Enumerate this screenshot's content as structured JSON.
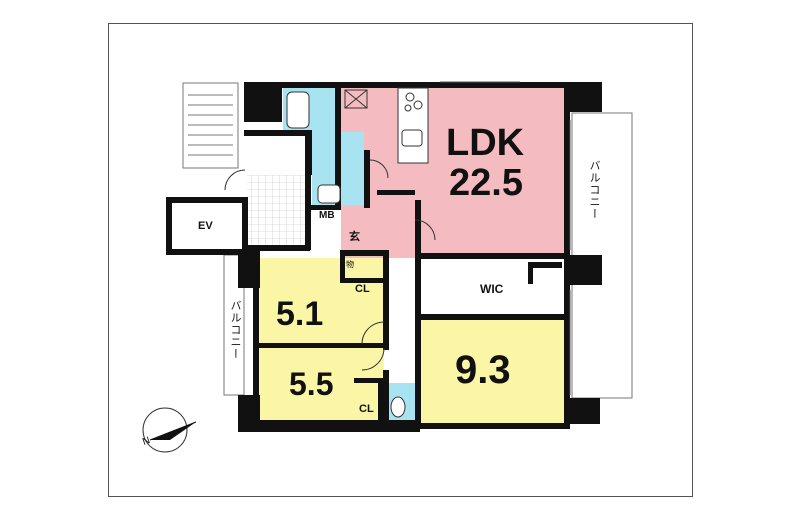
{
  "rooms": {
    "ldk_label": "LDK",
    "ldk_area": "22.5",
    "room_a_area": "5.1",
    "room_b_area": "5.5",
    "room_c_area": "9.3",
    "wic": "WIC",
    "cl_1": "CL",
    "cl_2": "CL",
    "mb": "MB",
    "ev": "EV",
    "genkan": "玄",
    "shoes": "物"
  },
  "balconies": {
    "east": "バルコニー",
    "west": "バルコニー"
  },
  "compass": {
    "north": "N"
  },
  "colors": {
    "ldk": "#f4bcc0",
    "bedroom": "#fbf6a6",
    "wet": "#a8e3f2",
    "wall": "#111111",
    "floor_tile": "#d8d8d8"
  }
}
